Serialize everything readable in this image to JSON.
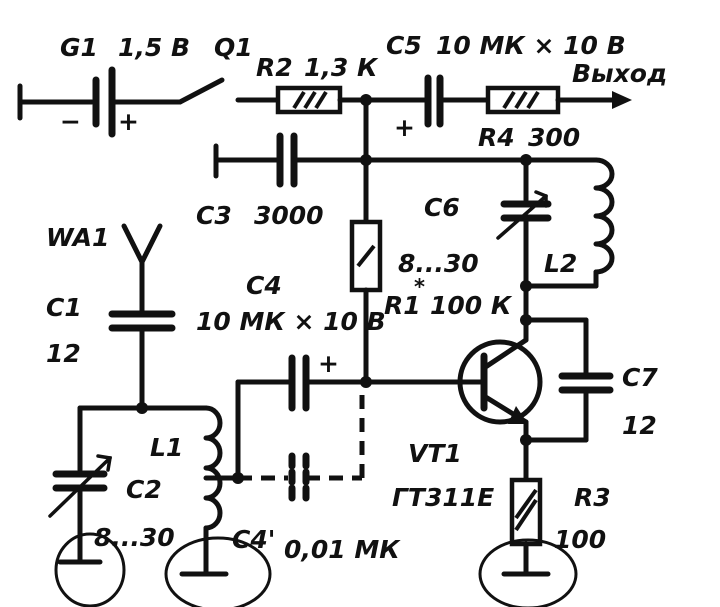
{
  "labels": {
    "g1": "G1",
    "g1_value": "1,5 В",
    "q1": "Q1",
    "r2": "R2",
    "r2_value": "1,3 К",
    "c5": "C5",
    "c5_value": "10 МК × 10 В",
    "output": "Выход",
    "r4": "R4",
    "r4_value": "300",
    "c3": "C3",
    "c3_value": "3000",
    "c6": "C6",
    "c6_value": "8...30",
    "l2": "L2",
    "wa1": "WA1",
    "r1": "R1",
    "r1_mark": "*",
    "r1_value": "100 К",
    "c4": "C4",
    "c4_value": "10 МК × 10 В",
    "c1": "C1",
    "c1_value": "12",
    "c7": "C7",
    "c7_value": "12",
    "l1": "L1",
    "c2": "C2",
    "c2_value": "8...30",
    "vt1": "VT1",
    "vt1_type": "ГТ311Е",
    "r3": "R3",
    "r3_value": "100",
    "c4p": "C4'",
    "c4p_value": "0,01 МК",
    "plus": "+",
    "minus": "−"
  }
}
